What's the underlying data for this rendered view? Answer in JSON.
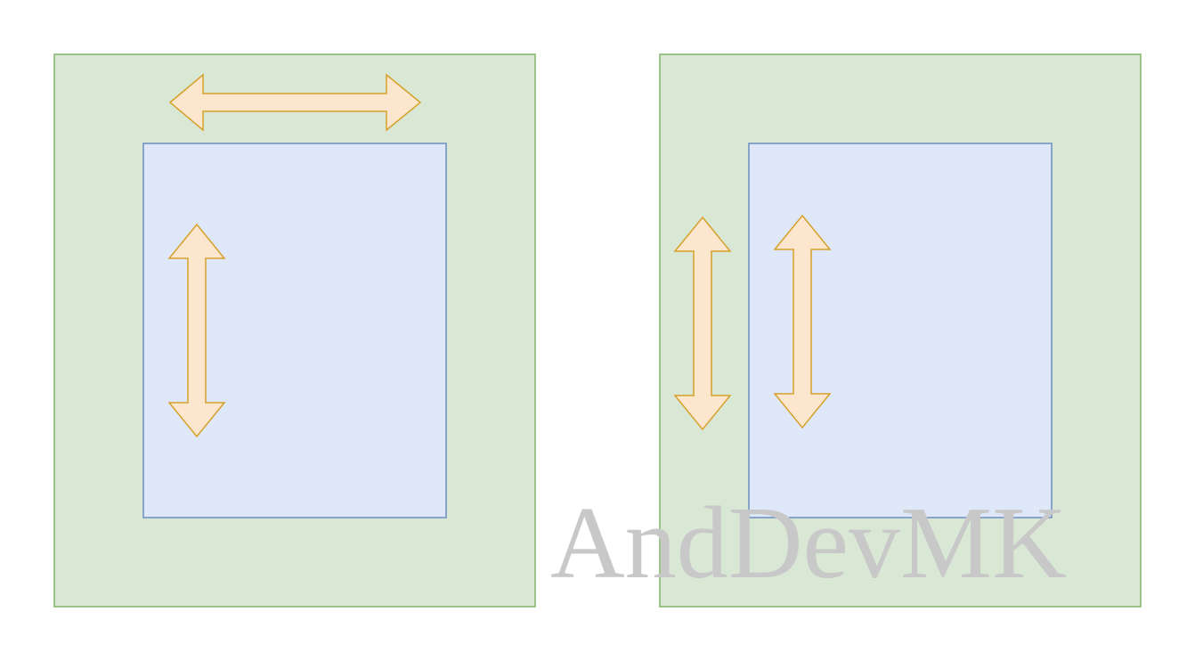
{
  "colors": {
    "outer_fill": "#d9e8d5",
    "outer_stroke": "#82b366",
    "inner_fill": "#dee8f8",
    "inner_stroke": "#6c8ebf",
    "arrow_fill": "#fce6cd",
    "arrow_stroke": "#d6a02a",
    "watermark": "#c8c8c8"
  },
  "panels": [
    {
      "name": "left-panel",
      "arrows": [
        "horizontal-arrow-icon",
        "vertical-arrow-icon"
      ]
    },
    {
      "name": "right-panel",
      "arrows": [
        "vertical-arrow-icon",
        "vertical-arrow-icon"
      ]
    }
  ],
  "watermark": {
    "text": "AndDevMK"
  }
}
